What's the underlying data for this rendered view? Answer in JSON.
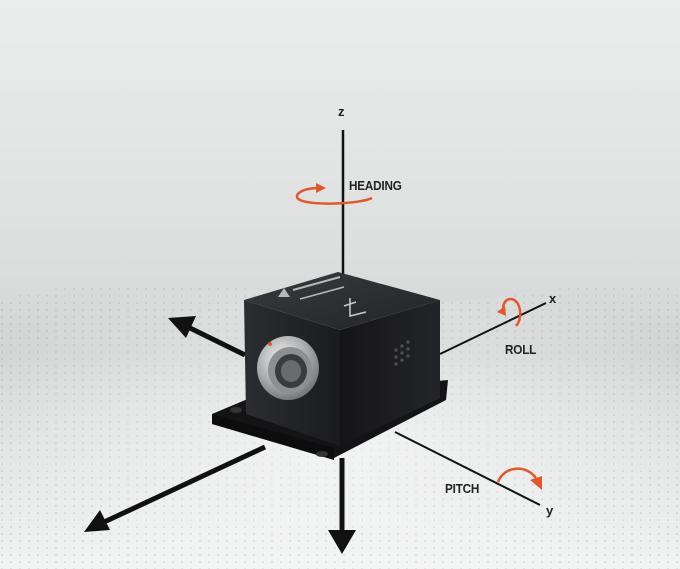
{
  "labels": {
    "z_axis": "z",
    "heading": "HEADING",
    "x_axis": "x",
    "roll": "ROLL",
    "pitch": "PITCH",
    "y_axis": "y"
  },
  "colors": {
    "background": "#e6e7e7",
    "sensor_body": "#1b1b1d",
    "rotation_arrow": "#e2572b",
    "axis_line": "#111111"
  },
  "icons": [
    "rotation-arrow-icon",
    "axis-arrowhead-icon",
    "connector-icon",
    "vent-icon"
  ]
}
